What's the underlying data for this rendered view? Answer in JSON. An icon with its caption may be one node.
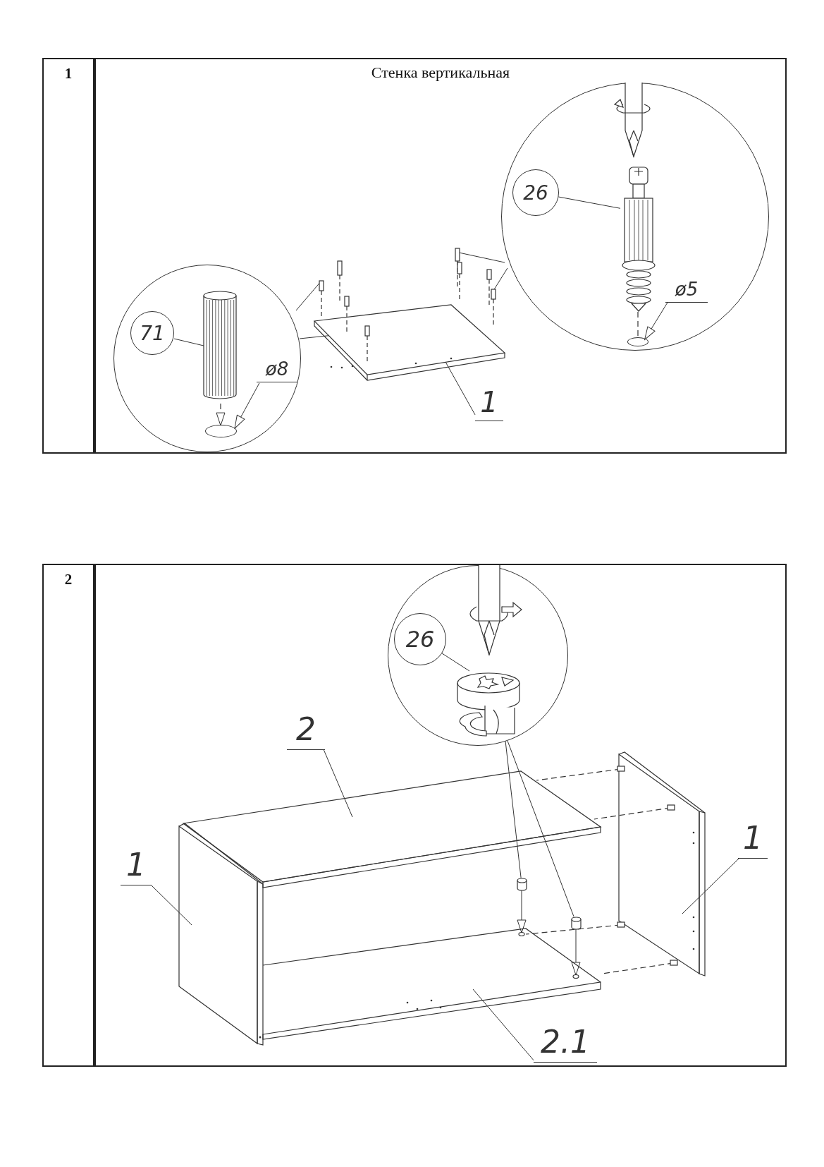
{
  "diagram": {
    "nodes": [
      {
        "text": [
          "1"
        ]
      },
      {
        "text": [
          "Стенка вертикальная"
        ]
      },
      {
        "text": [],
        "shape": "circle",
        "in": 1
      },
      {
        "text": [
          "71"
        ],
        "in": 2
      },
      {
        "text": [],
        "shape": "picture",
        "in": 2
      },
      {
        "text": [
          "ø8"
        ],
        "in": 2
      },
      {
        "text": [],
        "shape": "circle",
        "in": 2
      },
      {
        "text": [],
        "shape": "picture",
        "in": 1
      },
      {
        "text": [
          "1"
        ],
        "in": 1
      },
      {
        "text": [],
        "shape": "circle",
        "in": 1
      },
      {
        "text": [
          "26"
        ],
        "in": 9
      },
      {
        "text": [],
        "shape": "picture",
        "in": 9
      },
      {
        "text": [
          "ø5"
        ],
        "in": 9
      },
      {
        "text": [],
        "shape": "circle",
        "in": 9
      },
      {
        "text": [
          "2"
        ]
      },
      {
        "text": [],
        "shape": "box"
      },
      {
        "text": [],
        "shape": "circle",
        "in": 15
      },
      {
        "text": [
          "26"
        ],
        "in": 16
      },
      {
        "text": [],
        "shape": "picture",
        "in": 16
      },
      {
        "text": [
          "2"
        ],
        "in": 15
      },
      {
        "text": [],
        "shape": "picture",
        "in": 15
      },
      {
        "text": [
          "1"
        ],
        "in": 15
      },
      {
        "text": [],
        "shape": "picture",
        "in": 15
      },
      {
        "text": [],
        "shape": "picture",
        "in": 15
      },
      {
        "text": [
          "1"
        ],
        "in": 15
      },
      {
        "text": [],
        "shape": "picture",
        "in": 15
      },
      {
        "text": [],
        "shape": "picture",
        "in": 15
      },
      {
        "text": [],
        "shape": "picture",
        "in": 15
      },
      {
        "text": [
          "2.1"
        ],
        "in": 15
      }
    ],
    "edges": [
      {
        "from": 3,
        "to": 4,
        "arrow": "none"
      },
      {
        "from": 5,
        "to": 6,
        "arrow": "to"
      },
      {
        "from": 4,
        "to": 6,
        "arrow": "to",
        "style": "dashed"
      },
      {
        "from": 2,
        "to": 7,
        "arrow": "none"
      },
      {
        "from": 2,
        "to": 7,
        "arrow": "none"
      },
      {
        "from": 9,
        "to": 7,
        "arrow": "none"
      },
      {
        "from": 9,
        "to": 7,
        "arrow": "none"
      },
      {
        "from": 8,
        "to": 7,
        "arrow": "none"
      },
      {
        "from": 10,
        "to": 11,
        "arrow": "none"
      },
      {
        "from": 12,
        "to": 13,
        "arrow": "to"
      },
      {
        "from": 11,
        "to": 13,
        "arrow": "none",
        "style": "dashed"
      },
      {
        "from": 17,
        "to": 18,
        "arrow": "none"
      },
      {
        "from": 19,
        "to": 20,
        "arrow": "none"
      },
      {
        "from": 21,
        "to": 22,
        "arrow": "none"
      },
      {
        "from": 24,
        "to": 23,
        "arrow": "none"
      },
      {
        "from": 16,
        "to": 25,
        "arrow": "none"
      },
      {
        "from": 16,
        "to": 26,
        "arrow": "none"
      },
      {
        "from": 25,
        "to": 27,
        "arrow": "to"
      },
      {
        "from": 26,
        "to": 27,
        "arrow": "to"
      },
      {
        "from": 28,
        "to": 27,
        "arrow": "none"
      },
      {
        "from": 23,
        "to": 20,
        "arrow": "none",
        "style": "dashed"
      },
      {
        "from": 23,
        "to": 20,
        "arrow": "none",
        "style": "dashed"
      },
      {
        "from": 23,
        "to": 27,
        "arrow": "none",
        "style": "dashed"
      },
      {
        "from": 23,
        "to": 27,
        "arrow": "none",
        "style": "dashed"
      }
    ]
  }
}
